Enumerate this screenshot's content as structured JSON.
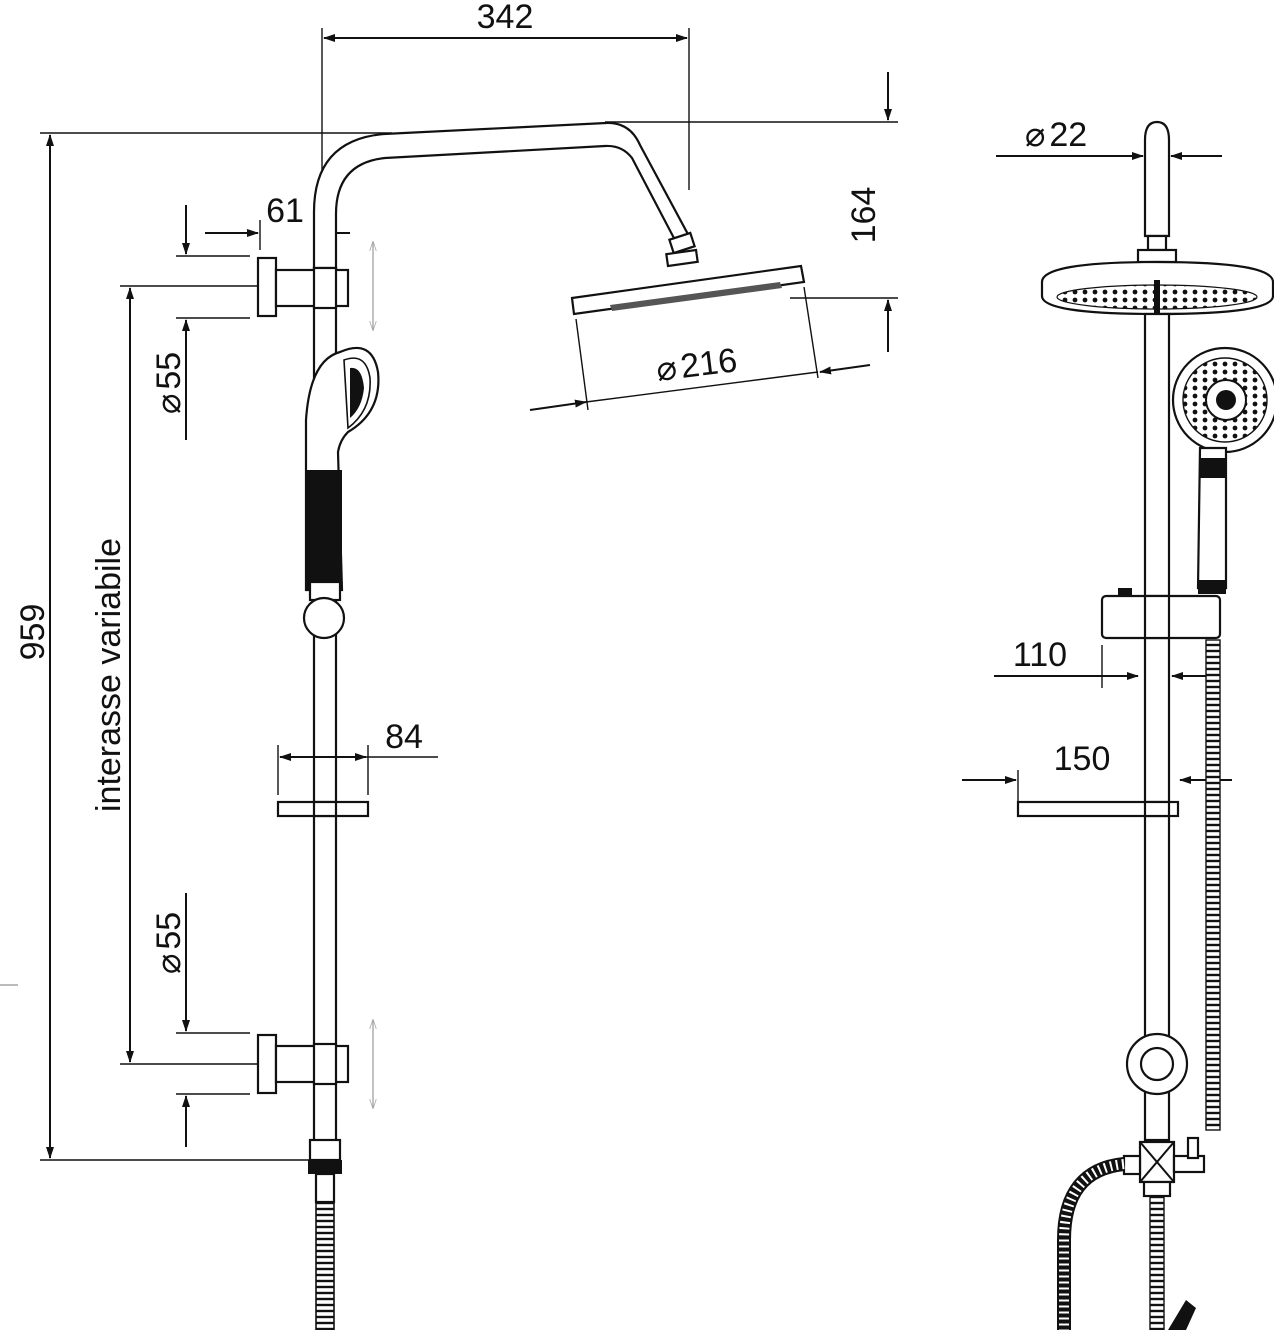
{
  "dimensions": {
    "arm_length": "342",
    "total_height": "959",
    "arm_drop": "164",
    "wall_offset": "61",
    "head_diameter": "216",
    "bracket_diameter_top": "55",
    "bracket_diameter_bottom": "55",
    "soap_dish_depth": "84",
    "pipe_diameter": "22",
    "slider_depth": "110",
    "shelf_depth": "150"
  },
  "labels": {
    "bracket_spacing": "interasse variabile",
    "diameter_symbol": "⌀"
  }
}
